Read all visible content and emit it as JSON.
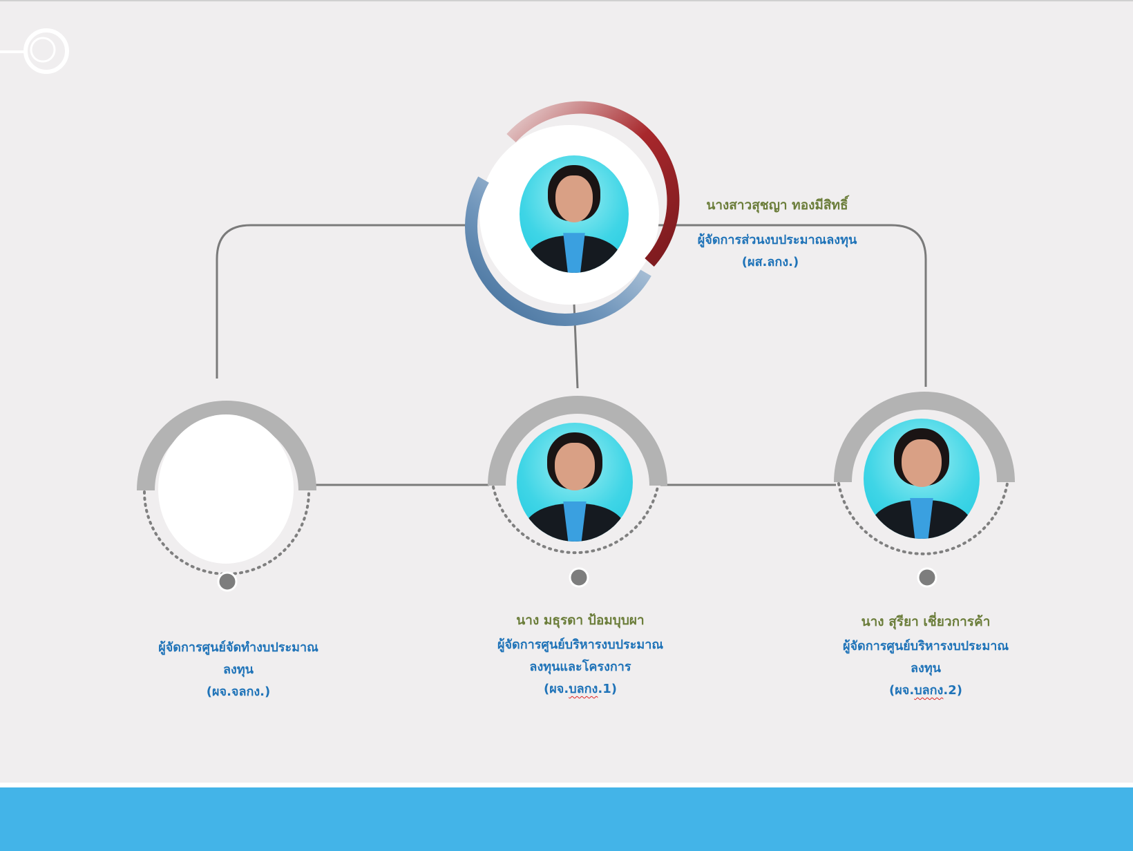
{
  "manager": {
    "name": "นางสาวสุชญา ทองมีสิทธิ์",
    "title": "ผู้จัดการส่วนงบประมาณลงทุน",
    "code": "(ผส.ลกง.)"
  },
  "staff": [
    {
      "name": "",
      "title_line1": "ผู้จัดการศูนย์จัดทำงบประมาณ",
      "title_line2": "ลงทุน",
      "code": "(ผจ.จลกง.)"
    },
    {
      "name": "นาง มธุรดา ป้อมบุบผา",
      "title_line1": "ผู้จัดการศูนย์บริหารงบประมาณ",
      "title_line2": "ลงทุนและโครงการ",
      "code_prefix": "(ผจ.",
      "code_mid": "บลกง",
      "code_suffix": ".1)"
    },
    {
      "name": "นาง สุรียา เชี่ยวการค้า",
      "title_line1": "ผู้จัดการศูนย์บริหารงบประมาณ",
      "title_line2": "ลงทุน",
      "code_prefix": "(ผจ.",
      "code_mid": "บลกง",
      "code_suffix": ".2)"
    }
  ],
  "colors": {
    "footer": "#43b4e8",
    "name_text": "#6b7d3a",
    "title_text": "#1f73b8",
    "ring_red": "#a8282c",
    "ring_blue": "#5b86b0",
    "arc_gray": "#b3b3b3",
    "connector": "#7a7a7a"
  }
}
